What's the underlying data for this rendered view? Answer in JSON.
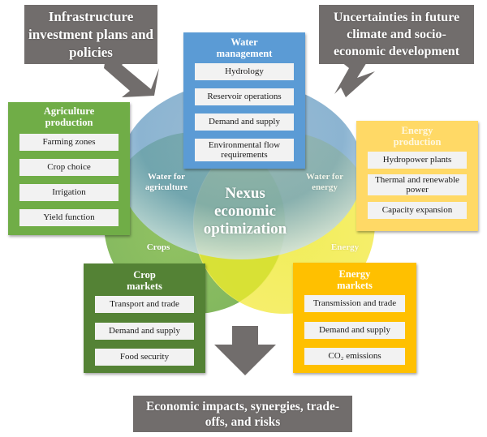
{
  "colors": {
    "callout_gray": "#716d6c",
    "water_blue": "#5b9bd5",
    "agri_green": "#70ad47",
    "crop_dark_green": "#548235",
    "energy_light_yellow": "#ffd966",
    "energy_gold": "#ffc000",
    "item_bg": "#f2f2f2"
  },
  "callouts": {
    "infrastructure": [
      "Infrastructure",
      "investment plans and",
      "policies"
    ],
    "uncertainties": [
      "Uncertainties in future",
      "climate and socio-",
      "economic development"
    ],
    "outcome": [
      "Economic impacts, synergies, trade-",
      "offs, and risks"
    ]
  },
  "panels": {
    "water": {
      "title": [
        "Water",
        "management"
      ],
      "items": [
        "Hydrology",
        "Reservoir operations",
        "Demand and supply",
        "Environmental flow requirements"
      ]
    },
    "agriculture": {
      "title": [
        "Agriculture",
        "production"
      ],
      "items": [
        "Farming zones",
        "Crop choice",
        "Irrigation",
        "Yield function"
      ]
    },
    "energy_production": {
      "title": [
        "Energy",
        "production"
      ],
      "items": [
        "Hydropower plants",
        "Thermal and renewable power",
        "Capacity expansion"
      ]
    },
    "crop_markets": {
      "title": [
        "Crop",
        "markets"
      ],
      "items": [
        "Transport and trade",
        "Demand and supply",
        "Food security"
      ]
    },
    "energy_markets": {
      "title": [
        "Energy",
        "markets"
      ],
      "items": [
        "Transmission and trade",
        "Demand and supply",
        "CO₂ emissions"
      ]
    }
  },
  "venn": {
    "center": [
      "Nexus",
      "economic",
      "optimization"
    ],
    "water_for_agriculture": [
      "Water for",
      "agriculture"
    ],
    "water_for_energy": [
      "Water for",
      "energy"
    ],
    "crops": "Crops",
    "energy": "Energy"
  }
}
